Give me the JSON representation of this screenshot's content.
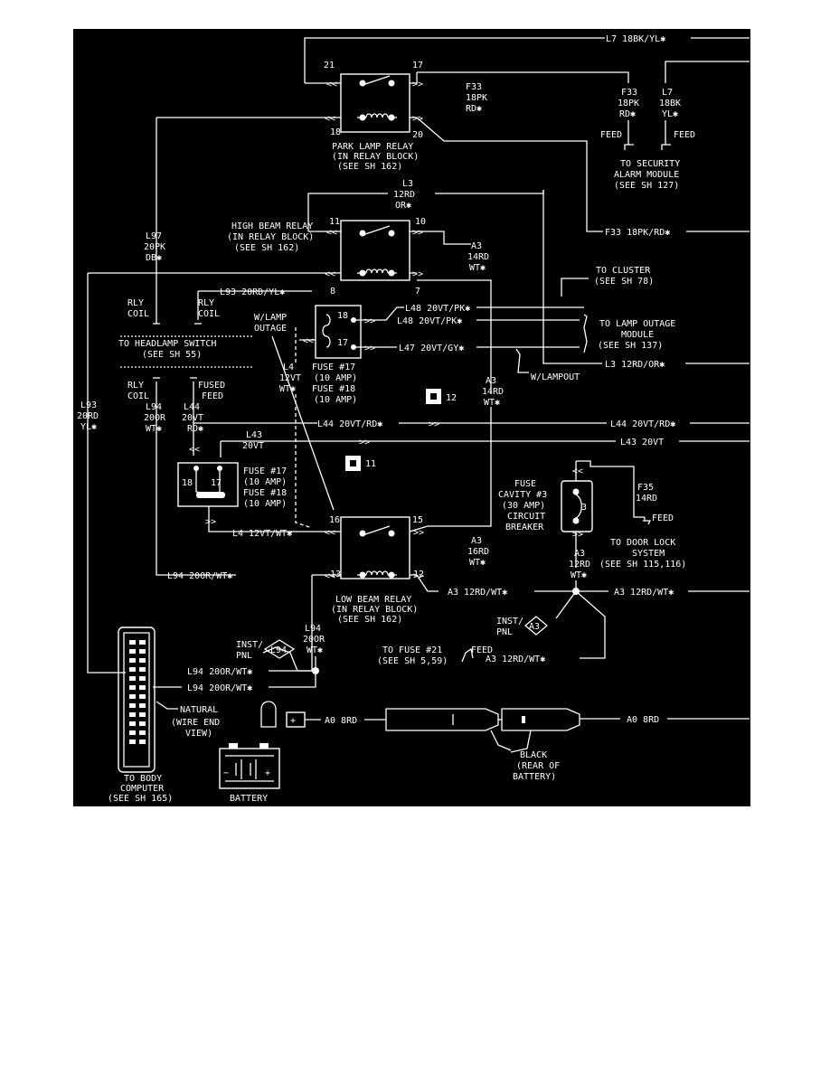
{
  "colors": {
    "background": "#000000",
    "ink": "#ffffff",
    "page": "#ffffff"
  },
  "edge": {
    "l7": "L7 18BK/YL✱",
    "f33": "F33 18PK/RD✱",
    "l48": "L48 20VT/PK✱",
    "l3": "L3 12RD/OR✱",
    "l44": "L44 20VT/RD✱",
    "l43": "L43 20VT",
    "a3": "A3 12RD/WT✱",
    "a0": "A0 8RD"
  },
  "park_relay": {
    "pins": [
      "21",
      "17",
      "18",
      "20"
    ],
    "name": [
      "PARK LAMP RELAY",
      "(IN RELAY BLOCK)",
      "(SEE SH 162)"
    ],
    "f33_wire": [
      "F33",
      "18PK",
      "RD✱"
    ]
  },
  "security": {
    "f33": [
      "F33",
      "18PK",
      "RD✱"
    ],
    "l7": [
      "L7",
      "18BK",
      "YL✱"
    ],
    "feed": "FEED",
    "module": [
      "TO SECURITY",
      "ALARM MODULE",
      "(SEE SH 127)"
    ]
  },
  "high_relay": {
    "pins": [
      "11",
      "10",
      "8",
      "7"
    ],
    "name": [
      "HIGH BEAM RELAY",
      "(IN RELAY BLOCK)",
      "(SEE SH 162)"
    ],
    "l3": [
      "L3",
      "12RD",
      "OR✱"
    ],
    "a3": [
      "A3",
      "14RD",
      "WT✱"
    ],
    "l93_wire": "L93 20RD/YL✱"
  },
  "left_wires": {
    "l97": [
      "L97",
      "20PK",
      "DB✱"
    ],
    "l93": [
      "L93",
      "20RD",
      "YL✱"
    ],
    "l94": [
      "L94",
      "20OR",
      "WT✱"
    ],
    "l44": [
      "L44",
      "20VT",
      "RD✱"
    ],
    "l43": [
      "L43",
      "20VT"
    ],
    "l4": [
      "L4",
      "12VT",
      "WT✱"
    ]
  },
  "headlamp": {
    "rly_coil": [
      "RLY",
      "COIL"
    ],
    "to_switch": [
      "TO HEADLAMP SWITCH",
      "(SEE SH 55)"
    ],
    "fused_feed": [
      "FUSED",
      "FEED"
    ]
  },
  "outage": {
    "w_lamp": [
      "W/LAMP",
      "OUTAGE"
    ],
    "fuse_labels": [
      "FUSE #17",
      "(10 AMP)",
      "FUSE #18",
      "(10 AMP)"
    ],
    "pins": [
      "18",
      "17"
    ],
    "l48_inner": "L48 20VT/PK✱",
    "l47": "L47 20VT/GY✱",
    "to_cluster": [
      "TO CLUSTER",
      "(SEE SH 78)"
    ],
    "to_module": [
      "TO LAMP OUTAGE",
      "MODULE",
      "(SEE SH 137)"
    ],
    "w_lampout": "W/LAMPOUT",
    "a3": [
      "A3",
      "14RD",
      "WT✱"
    ]
  },
  "connectors": {
    "c12": "12",
    "c11": "11"
  },
  "left_fuse": {
    "pins": [
      "18",
      "17"
    ],
    "labels": [
      "FUSE #17",
      "(10 AMP)",
      "FUSE #18",
      "(10 AMP)"
    ],
    "l4_wire": "L4 12VT/WT✱"
  },
  "low_relay": {
    "pins": [
      "16",
      "15",
      "13",
      "12"
    ],
    "name": [
      "LOW BEAM RELAY",
      "(IN RELAY BLOCK)",
      "(SEE SH 162)"
    ],
    "a3": [
      "A3",
      "16RD",
      "WT✱"
    ],
    "l94_wire": "L94 20OR/WT✱",
    "a3_wire": "A3 12RD/WT✱"
  },
  "fuse_cavity": {
    "label": [
      "FUSE",
      "CAVITY #3",
      "(30 AMP)",
      "CIRCUIT",
      "BREAKER"
    ],
    "num": "3",
    "a3": [
      "A3",
      "12RD",
      "WT✱"
    ]
  },
  "door_lock": {
    "f35": [
      "F35",
      "14RD"
    ],
    "feed": "FEED",
    "label": [
      "TO DOOR LOCK",
      "SYSTEM",
      "(SEE SH 115,116)"
    ]
  },
  "bottom": {
    "l94_splice": [
      "L94",
      "20OR",
      "WT✱"
    ],
    "inst_pnl": [
      "INST/",
      "PNL"
    ],
    "l94_tag": "L94",
    "a3_tag": "A3",
    "l94_row1": "L94 20OR/WT✱",
    "l94_row2": "L94 20OR/WT✱",
    "to_fuse21": [
      "TO FUSE #21",
      "(SEE SH 5,59)"
    ],
    "feed": "FEED",
    "a3_feed": "A3 12RD/WT✱",
    "natural": [
      "NATURAL",
      "(WIRE END",
      "VIEW)"
    ],
    "body_computer": [
      "TO BODY",
      "COMPUTER",
      "(SEE SH 165)"
    ],
    "battery": "BATTERY",
    "black": [
      "BLACK",
      "(REAR OF",
      "BATTERY)"
    ],
    "a0_left": "A0 8RD",
    "a0_right": "A0 8RD"
  }
}
